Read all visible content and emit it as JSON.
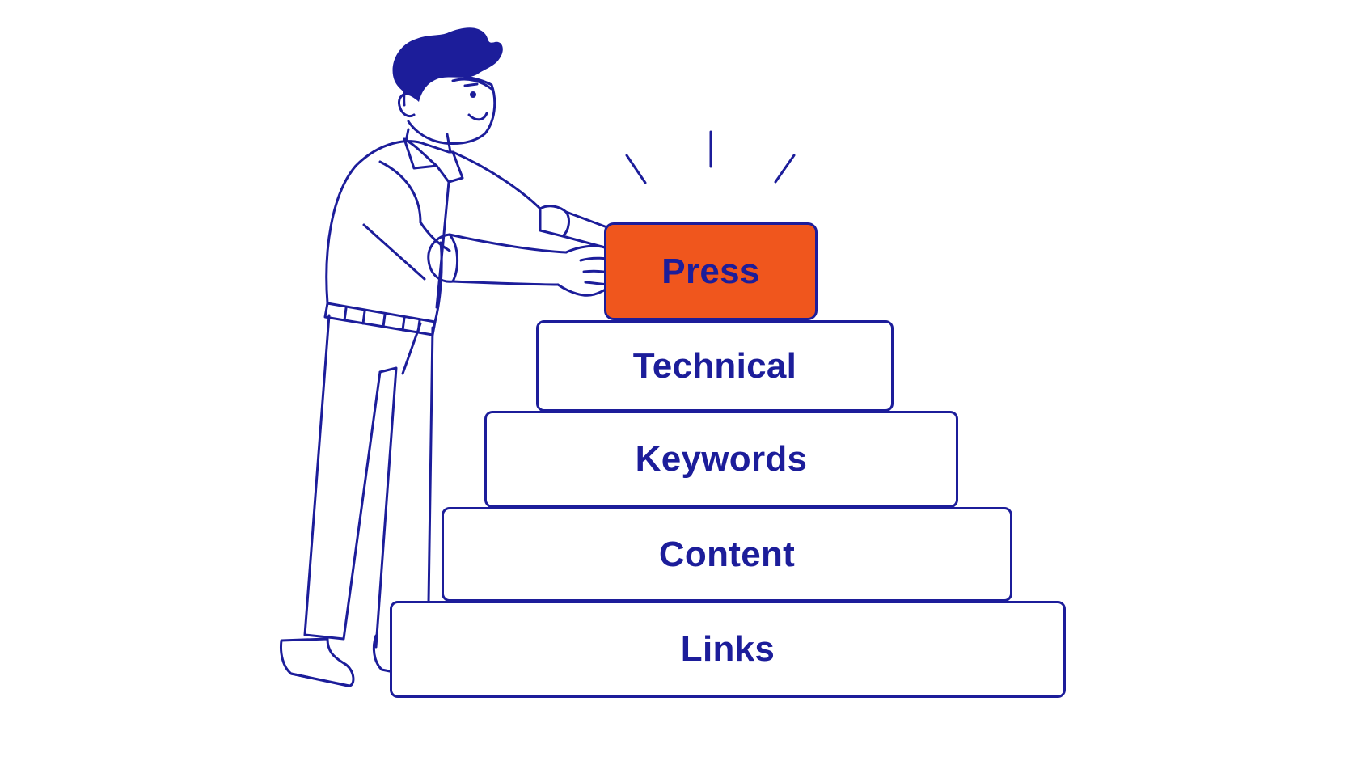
{
  "diagram": {
    "type": "stacked-pyramid",
    "colors": {
      "line": "#1c1d9a",
      "highlight": "#f0561d",
      "background": "#ffffff"
    },
    "blocks": [
      {
        "id": "press",
        "label": "Press",
        "highlighted": true
      },
      {
        "id": "technical",
        "label": "Technical",
        "highlighted": false
      },
      {
        "id": "keywords",
        "label": "Keywords",
        "highlighted": false
      },
      {
        "id": "content",
        "label": "Content",
        "highlighted": false
      },
      {
        "id": "links",
        "label": "Links",
        "highlighted": false
      }
    ],
    "illustration": {
      "figure": "person-pushing-top-block-icon",
      "accent": "emphasis-lines-icon"
    }
  }
}
